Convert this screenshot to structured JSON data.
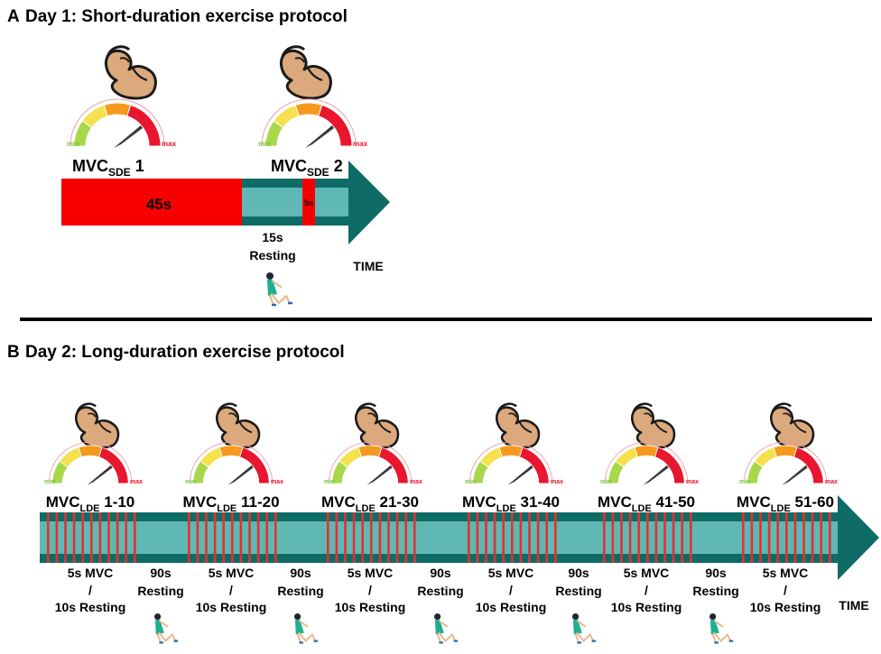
{
  "panelA": {
    "letter": "A",
    "title": "Day 1: Short-duration exercise protocol",
    "mvc1": {
      "main": "MVC",
      "sub": "SDE",
      "num": "1"
    },
    "mvc2": {
      "main": "MVC",
      "sub": "SDE",
      "num": "2"
    },
    "segment_45s": "45s",
    "segment_5s": "5s",
    "resting_duration": "15s",
    "resting_label": "Resting",
    "time_label": "TIME"
  },
  "panelB": {
    "letter": "B",
    "title": "Day 2: Long-duration exercise protocol",
    "mvc_labels": [
      {
        "main": "MVC",
        "sub": "LDE",
        "range": "1-10"
      },
      {
        "main": "MVC",
        "sub": "LDE",
        "range": "11-20"
      },
      {
        "main": "MVC",
        "sub": "LDE",
        "range": "21-30"
      },
      {
        "main": "MVC",
        "sub": "LDE",
        "range": "31-40"
      },
      {
        "main": "MVC",
        "sub": "LDE",
        "range": "41-50"
      },
      {
        "main": "MVC",
        "sub": "LDE",
        "range": "51-60"
      }
    ],
    "block_lines": [
      "5s MVC",
      "/",
      "10s Resting"
    ],
    "rest_lines": [
      "90s",
      "Resting"
    ],
    "time_label": "TIME"
  },
  "gauge": {
    "min_label": "min",
    "max_label": "max",
    "level": 0.85
  },
  "colors": {
    "red": "#f80000",
    "teal_bar": "#5fb8b4",
    "teal_dark": "#0f6b66",
    "muscle": "#dba97c",
    "gauge_green": "#a8d84a",
    "gauge_yellow": "#f5e04d",
    "gauge_orange": "#f59a1e",
    "gauge_red": "#e8162e"
  },
  "icons": [
    "flexed-bicep-icon",
    "gauge-icon",
    "resting-person-icon",
    "arrow-head-icon"
  ]
}
